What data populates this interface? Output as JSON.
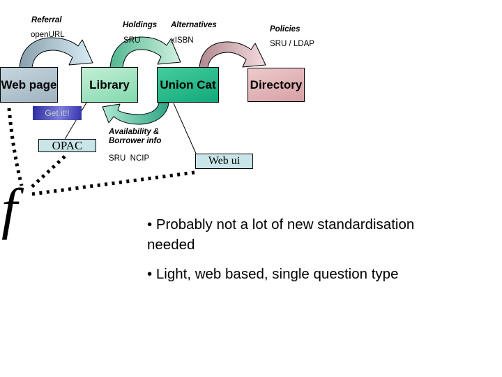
{
  "diagram": {
    "nodes": {
      "web_page": {
        "label": "Web page"
      },
      "library": {
        "label": "Library"
      },
      "union_cat": {
        "label": "Union Cat"
      },
      "directory": {
        "label": "Directory"
      },
      "get_it": {
        "label": "Get it!!"
      },
      "opac": {
        "label": "OPAC"
      },
      "web_ui": {
        "label": "Web ui"
      }
    },
    "edge_labels": {
      "referral": {
        "title": "Referral",
        "protocol": "openURL"
      },
      "holdings": {
        "title": "Holdings",
        "protocol": "SRU"
      },
      "alternatives": {
        "title": "Alternatives",
        "protocol": "xISBN"
      },
      "policies": {
        "title": "Policies",
        "protocol": "SRU / LDAP"
      },
      "availability": {
        "title_line1": "Availability &",
        "title_line2": "Borrower info",
        "protocol": "SRU  NCIP"
      }
    },
    "function_symbol": "f"
  },
  "bullets": [
    {
      "lines": [
        "• Probably not a lot of new standardisation",
        "needed"
      ]
    },
    {
      "lines": [
        "• Light, web based, single question type"
      ]
    }
  ],
  "colors": {
    "background": "#ffffff",
    "web_page_fill": "#b0c2cc",
    "library_fill": "#a3e4c2",
    "union_cat_fill": "#1db286",
    "directory_fill": "#e1b4b8",
    "small_box_fill": "#c9e5e8",
    "get_it_fill": "#3d3db4",
    "get_it_text": "#c3d5c3",
    "arrow_referral": [
      "#8aa2ae",
      "#d8ecf5"
    ],
    "arrow_holdings": [
      "#54b893",
      "#d2f3e1"
    ],
    "arrow_policies": [
      "#b28b92",
      "#f6dde0"
    ],
    "arrow_return": [
      "#2aa284",
      "#aee7d0"
    ]
  }
}
